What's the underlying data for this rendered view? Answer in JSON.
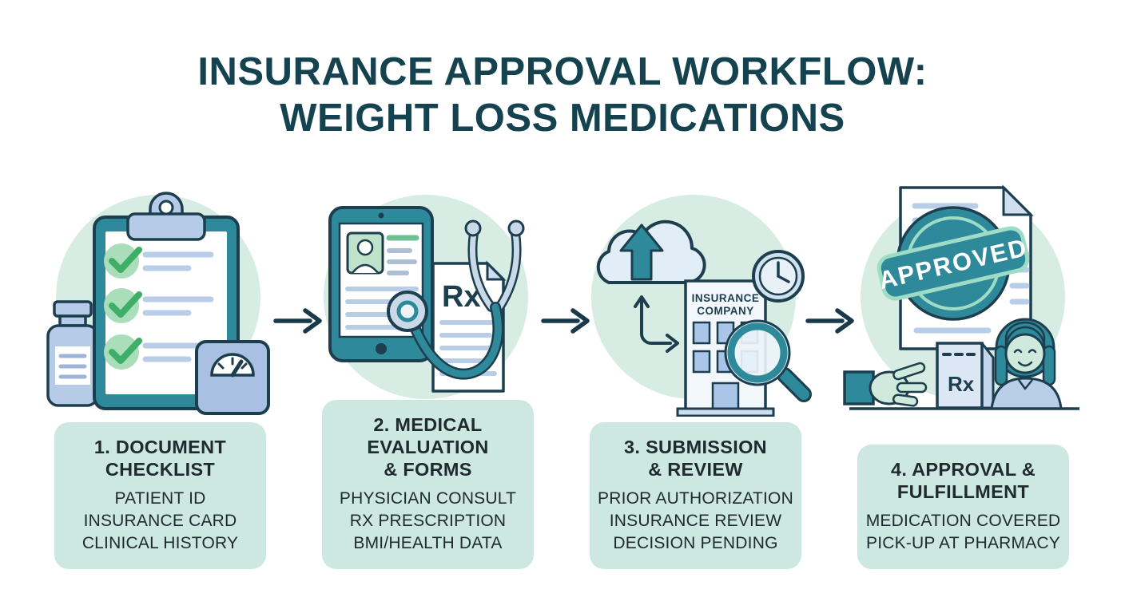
{
  "title": {
    "line1": "INSURANCE APPROVAL WORKFLOW:",
    "line2": "WEIGHT LOSS MEDICATIONS"
  },
  "steps": [
    {
      "heading": [
        "1. DOCUMENT",
        "CHECKLIST"
      ],
      "items": [
        "PATIENT ID",
        "INSURANCE CARD",
        "CLINICAL HISTORY"
      ],
      "icon": "clipboard-checklist-pill-bottle-scale-icon"
    },
    {
      "heading": [
        "2. MEDICAL",
        "EVALUATION",
        "& FORMS"
      ],
      "items": [
        "PHYSICIAN CONSULT",
        "RX PRESCRIPTION",
        "BMI/HEALTH DATA"
      ],
      "icon": "tablet-rx-document-stethoscope-icon",
      "icon_labels": {
        "rx": "Rx"
      }
    },
    {
      "heading": [
        "3. SUBMISSION",
        "& REVIEW"
      ],
      "items": [
        "PRIOR AUTHORIZATION",
        "INSURANCE REVIEW",
        "DECISION PENDING"
      ],
      "icon": "cloud-upload-insurance-building-clock-magnifier-icon",
      "icon_labels": {
        "building_line1": "INSURANCE",
        "building_line2": "COMPANY"
      }
    },
    {
      "heading": [
        "4. APPROVAL &",
        "FULFILLMENT"
      ],
      "items": [
        "MEDICATION COVERED",
        "PICK-UP AT PHARMACY"
      ],
      "icon": "approved-stamp-document-pharmacy-handoff-icon",
      "icon_labels": {
        "stamp": "APPROVED",
        "bag": "Rx"
      }
    }
  ],
  "colors": {
    "title_text": "#15424f",
    "teal": "#2e8a9a",
    "dark_outline": "#1d3e4e",
    "mint_circle": "#d7ede4",
    "box_background": "#cde8e0",
    "light_blue": "#b6cbe8",
    "line_blue": "#b7cde8",
    "check_green": "#3fae68",
    "check_green_light": "#aaddb9",
    "stamp_ring_mint": "#9fdcc6",
    "body_text": "#1e2a2e"
  }
}
